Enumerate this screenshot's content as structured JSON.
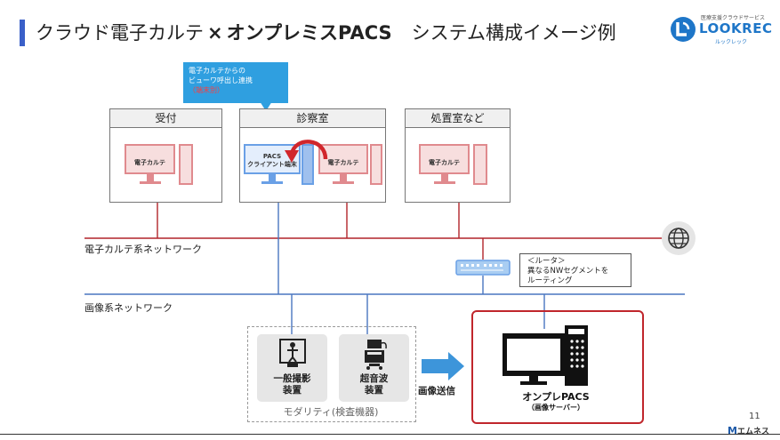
{
  "title": {
    "part1": "クラウド電子カルテ",
    "cross": "×",
    "part2": "オンプレミスPACS",
    "part3": "システム構成イメージ例"
  },
  "logo": {
    "subtitle": "医療支援クラウドサービス",
    "name": "LOOKREC",
    "kana": "ルックレック"
  },
  "callout": {
    "line1": "電子カルテからの",
    "line2": "ビューワ呼出し連携",
    "line3": "（端末別）"
  },
  "rooms": {
    "reception": "受付",
    "exam": "診察室",
    "treatment": "処置室など"
  },
  "terminals": {
    "ehr": "電子カルテ",
    "pacs_client_line1": "PACS",
    "pacs_client_line2": "クライアント端末"
  },
  "networks": {
    "ehr_network": "電子カルテ系ネットワーク",
    "image_network": "画像系ネットワーク"
  },
  "router": {
    "line1": "＜ルータ＞",
    "line2": "異なるNWセグメントを",
    "line3": "ルーティング"
  },
  "modalities": {
    "xray_line1": "一般撮影",
    "xray_line2": "装置",
    "us_line1": "超音波",
    "us_line2": "装置",
    "caption": "モダリティ(検査機器)"
  },
  "send": "画像送信",
  "pacs": {
    "label": "オンプレPACS",
    "sub": "（画像サーバー）"
  },
  "page_number": "11",
  "footer_logo": "エムネス",
  "colors": {
    "accent_blue": "#3a5fc8",
    "ehr_line": "#b2242a",
    "image_line": "#4a76c0",
    "ehr_terminal": "#e08a8e",
    "pacs_terminal": "#6aa0e6",
    "callout": "#2f9fe0",
    "pacs_border": "#c0262c"
  }
}
